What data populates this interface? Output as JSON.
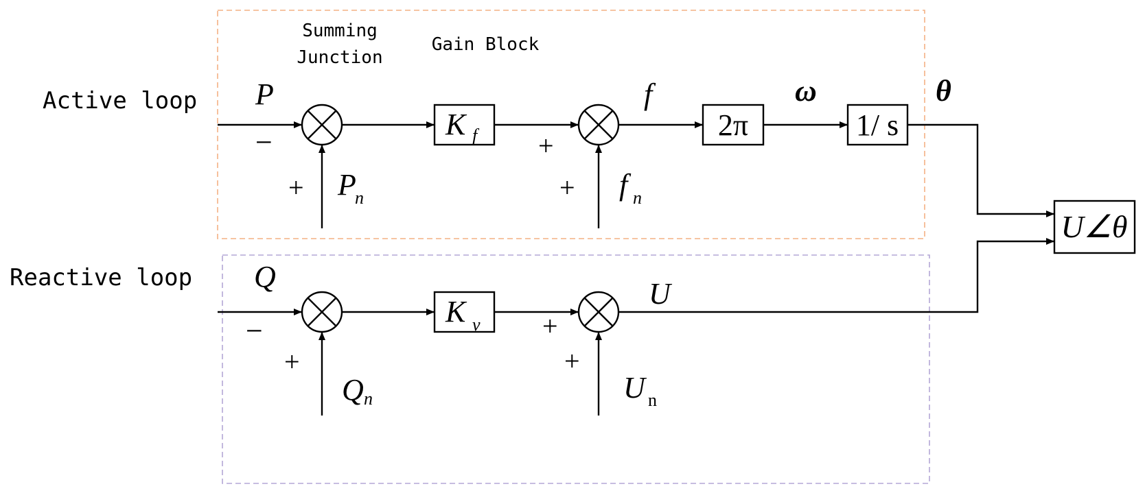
{
  "annotations": {
    "summing_junction": [
      "Summing",
      "Junction"
    ],
    "gain_block": "Gain Block"
  },
  "active_loop": {
    "label": "Active loop",
    "input": "P",
    "input_sign": "−",
    "setpoint": "P",
    "setpoint_sub": "n",
    "setpoint_sign": "+",
    "gain": "K",
    "gain_sub": "f",
    "sum2_sign_left": "+",
    "sum2_sign_bottom": "+",
    "ref": "f",
    "ref_sub": "n",
    "f_signal": "f",
    "two_pi": "2π",
    "omega": "ω",
    "integrator": "1/ s",
    "theta": "θ",
    "border_color": "#F4B183"
  },
  "reactive_loop": {
    "label": "Reactive loop",
    "input": "Q",
    "input_sign": "−",
    "setpoint": "Q",
    "setpoint_sub": "n",
    "setpoint_sign": "+",
    "gain": "K",
    "gain_sub": "v",
    "sum2_sign_left": "+",
    "sum2_sign_bottom": "+",
    "ref": "U",
    "ref_sub": "n",
    "u_signal": "U",
    "border_color": "#B4A7D6"
  },
  "output_block": {
    "label": "U∠θ"
  }
}
